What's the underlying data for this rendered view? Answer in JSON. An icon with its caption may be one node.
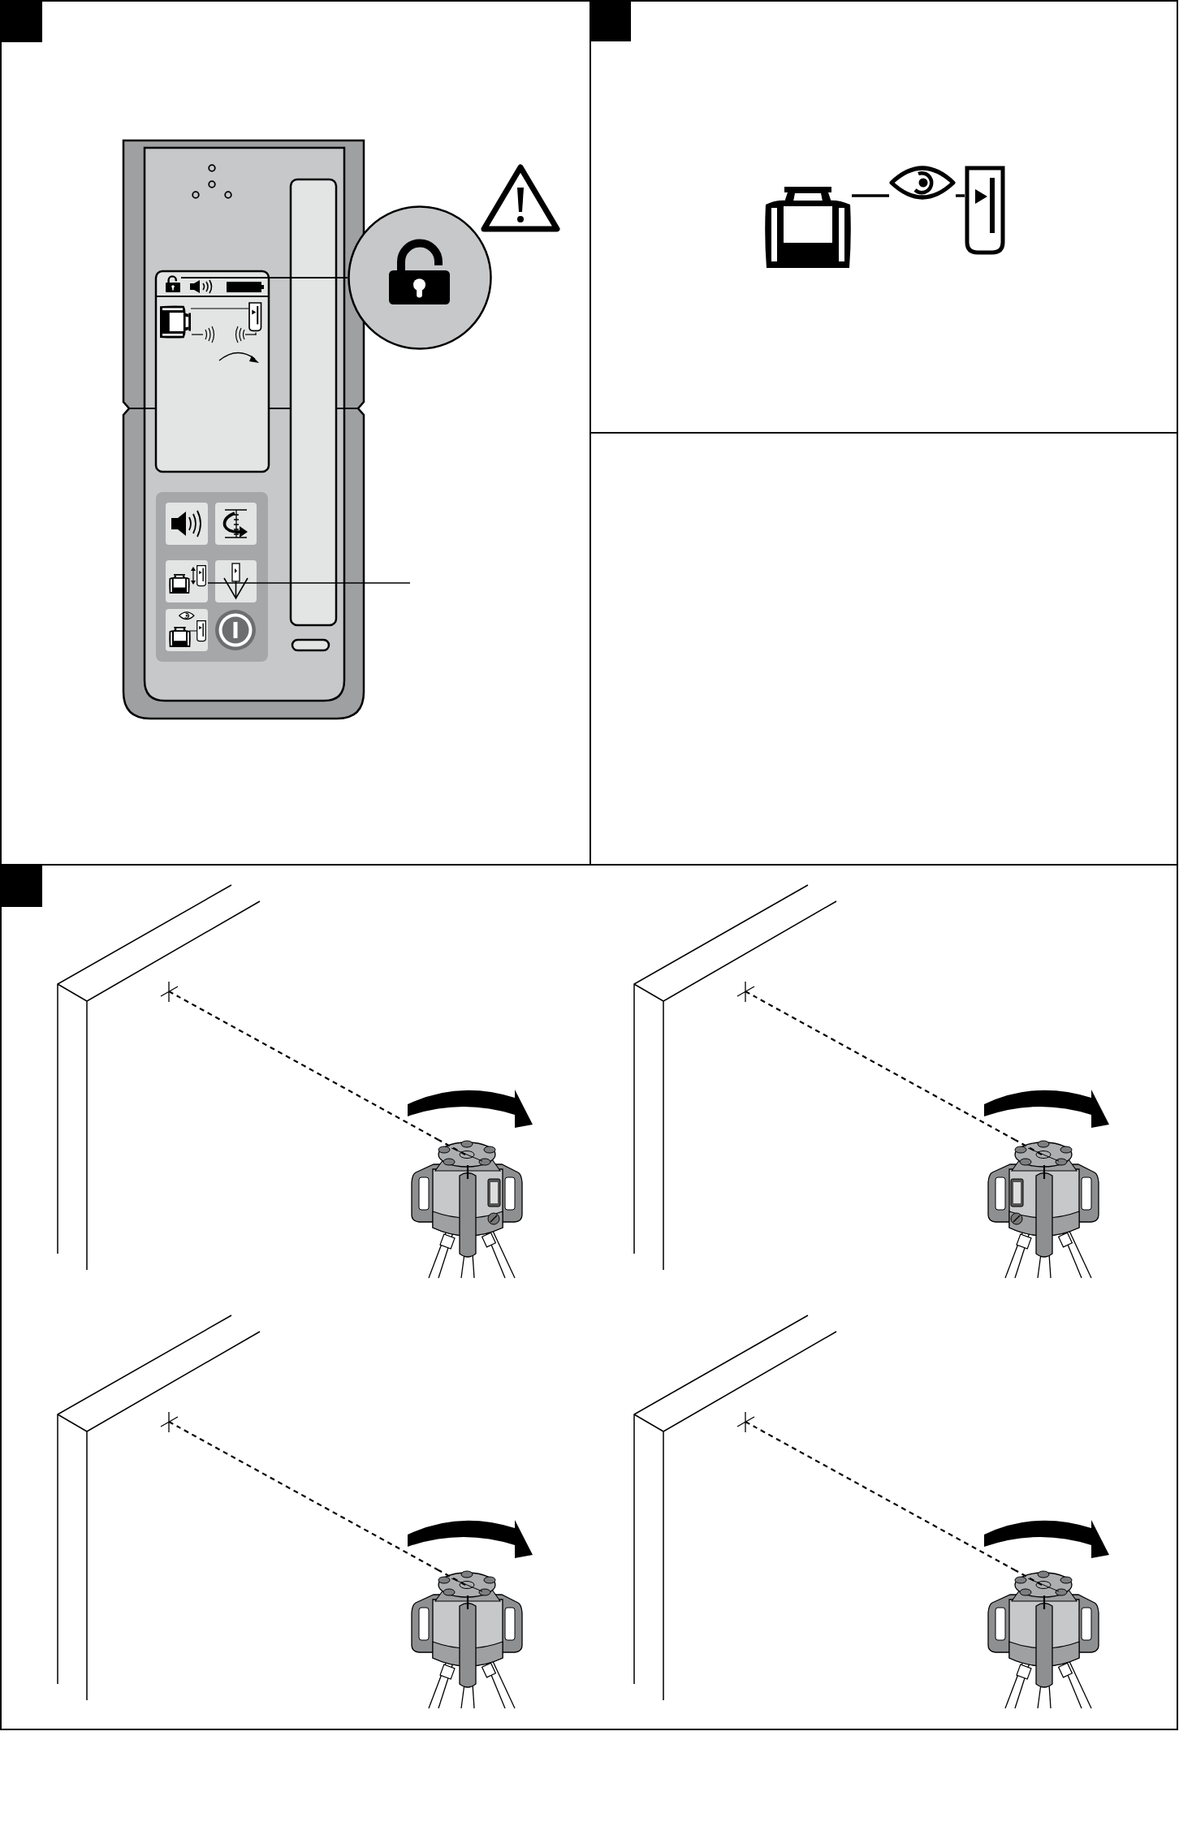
{
  "diagram": {
    "nodes": [
      {
        "text": [],
        "shape": "picture"
      },
      {
        "text": [],
        "shape": "circle"
      },
      {
        "text": [],
        "shape": "picture"
      },
      {
        "text": [],
        "shape": "picture"
      },
      {
        "text": [],
        "shape": "box"
      },
      {
        "text": [],
        "shape": "picture"
      },
      {
        "text": [],
        "shape": "picture"
      },
      {
        "text": [],
        "shape": "picture"
      },
      {
        "text": [],
        "shape": "picture"
      },
      {
        "text": [],
        "shape": "picture"
      },
      {
        "text": [],
        "shape": "picture"
      },
      {
        "text": [],
        "shape": "picture"
      },
      {
        "text": [],
        "shape": "picture"
      },
      {
        "text": [],
        "shape": "picture"
      },
      {
        "text": [],
        "shape": "picture"
      },
      {
        "text": [],
        "shape": "picture"
      }
    ],
    "edges": [
      {
        "from": 0,
        "to": 1,
        "arrow": "none"
      },
      {
        "from": 2,
        "to": 3,
        "arrow": "none"
      },
      {
        "from": 4,
        "to": null,
        "arrow": "none"
      },
      {
        "from": 5,
        "to": 6,
        "arrow": "none"
      },
      {
        "from": 6,
        "to": 7,
        "arrow": "none"
      },
      {
        "from": 9,
        "to": 8,
        "arrow": "none",
        "style": "dashed"
      },
      {
        "from": 11,
        "to": 10,
        "arrow": "none",
        "style": "dashed"
      },
      {
        "from": 13,
        "to": 12,
        "arrow": "none",
        "style": "dashed"
      },
      {
        "from": 15,
        "to": 14,
        "arrow": "none",
        "style": "dashed"
      }
    ]
  }
}
